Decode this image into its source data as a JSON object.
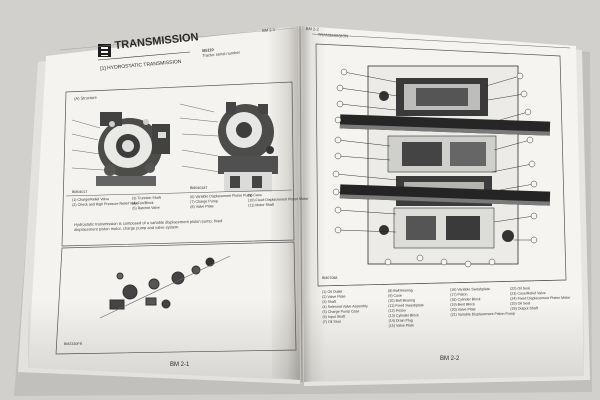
{
  "left_page": {
    "header_code": "BM 2-1",
    "section_title": "TRANSMISSION",
    "subsection": "[1] HYDROSTATIC TRANSMISSION",
    "applicable_label": "B5110",
    "serial_label": "Tractor serial number",
    "structure_heading": "(A) Structure",
    "diagram_code_1": "BM04017",
    "diagram_code_2": "BM04018T",
    "diagram_code_3": "BM2330FR",
    "legend": [
      "(1) Charge/Relief Valve",
      "(2) Check and High Pressure Relief Valve",
      "(3) Trunnion Shaft",
      "(4) Fan/Block",
      "(5) Ratchet Valve",
      "(6) Variable Displacement Piston Pump",
      "(7) Charge Pump",
      "(8) Valve Plate",
      "(9) Case",
      "(10) Fixed Displacement Piston Motor",
      "(11) Motor Shaft"
    ],
    "paragraph": "Hydrostatic transmission is composed of a variable displacement piston pump, fixed displacement piston motor, charge pump and valve system.",
    "page_number": "BM 2-1"
  },
  "right_page": {
    "header_code": "BM 2-2",
    "header_tag": "TRANSMISSION",
    "diagram_code": "BM07088",
    "legend_col1": [
      "(1) Oil Outlet",
      "(2) Valve Plate",
      "(3) Shaft",
      "(4) Solenoid Valve Assembly",
      "(5) Charge Pump Case",
      "(6) Input Shaft",
      "(7) Oil Seal"
    ],
    "legend_col2": [
      "(8) Ball Bearing",
      "(9) Case",
      "(10) Ball Bearing",
      "(11) Fixed Swashplate",
      "(12) Piston",
      "(13) Cylinder Block",
      "(14) Drain Plug",
      "(15) Valve Plate"
    ],
    "legend_col3": [
      "(16) Variable Swashplate",
      "(17) Piston",
      "(18) Cylinder Block",
      "(19) Bent Block",
      "(20) Valve Plate",
      "(21) Variable Displacement Piston Pump"
    ],
    "legend_col4": [
      "(22) Oil Seal",
      "(23) Case/Relief Valve",
      "(24) Fixed Displacement Piston Motor",
      "(25) Oil Seal",
      "(26) Output Shaft"
    ],
    "page_number": "BM 2-2"
  },
  "colors": {
    "background": "#d2d0cd",
    "paper": "#f4f3ef",
    "ink": "#2a2a2a",
    "accent_dark": "#1c1c1c"
  }
}
